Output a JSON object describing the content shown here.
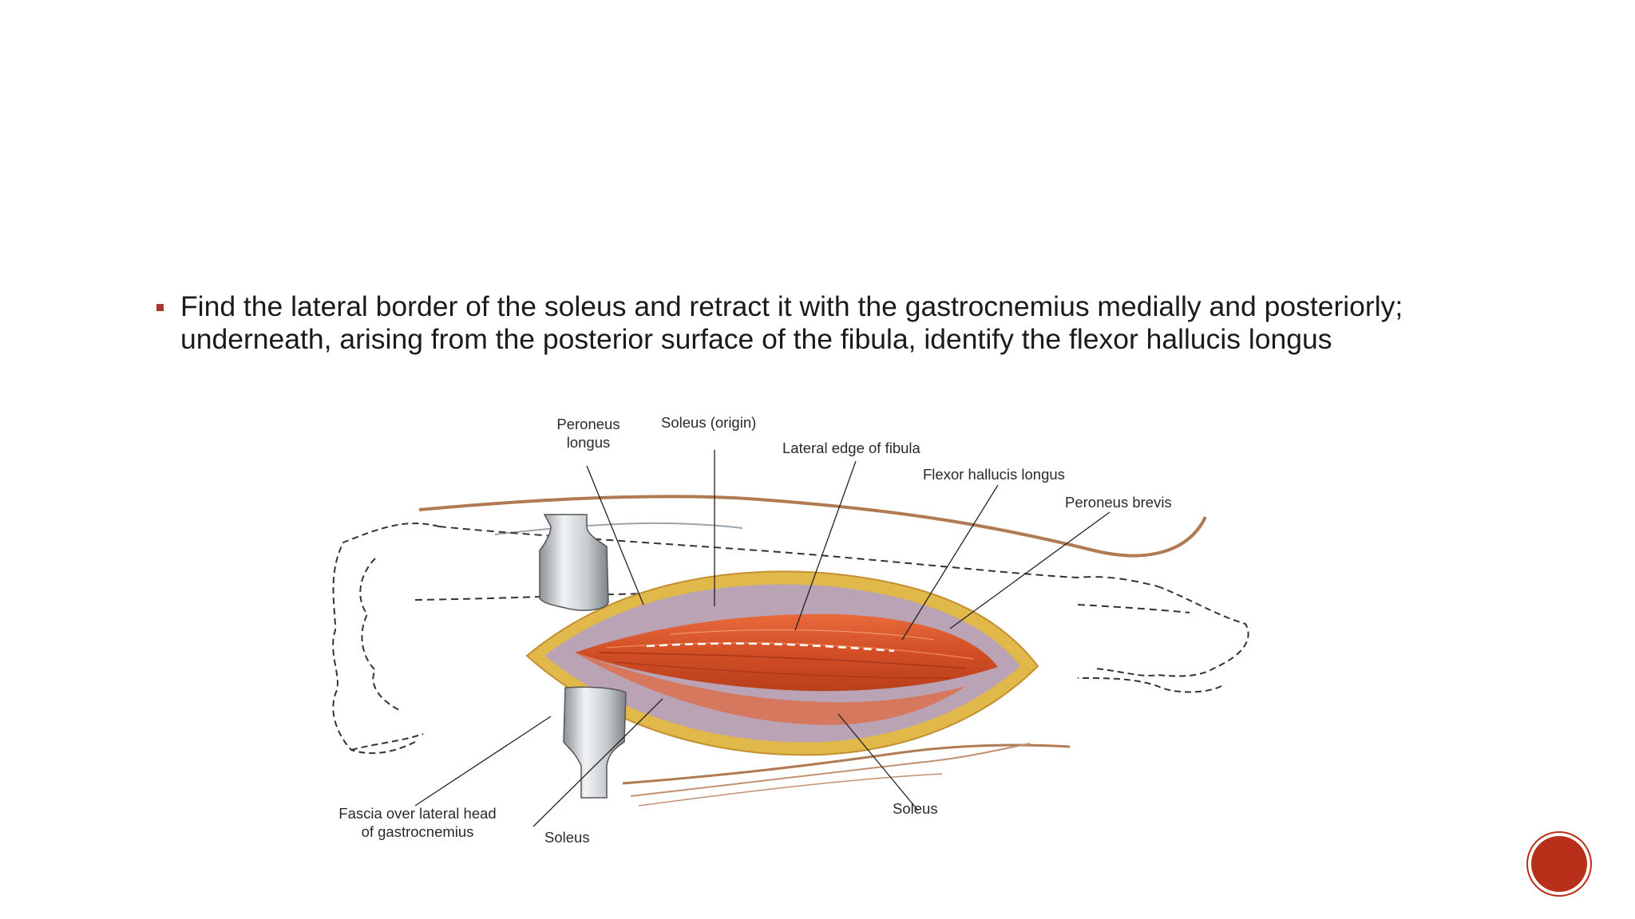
{
  "slide": {
    "bullet_text": "Find the lateral border of the soleus and retract it with the gastrocnemius medially and posteriorly; underneath, arising from the posterior surface of the fibula, identify the flexor hallucis longus"
  },
  "figure": {
    "labels": {
      "peroneus_longus": "Peroneus longus",
      "soleus_origin": "Soleus (origin)",
      "lateral_edge_fibula": "Lateral edge of fibula",
      "flexor_hallucis_longus": "Flexor hallucis longus",
      "peroneus_brevis": "Peroneus brevis",
      "soleus": "Soleus",
      "fascia_gastrocnemius": "Fascia over lateral head of gastrocnemius",
      "soleus_lower": "Soleus"
    }
  },
  "colors": {
    "accent": "#b8301a",
    "bullet": "#a43a2a",
    "muscle": "#d9552c",
    "fat": "#e0b94a",
    "fascia": "#b9a3b4",
    "skin_line": "#b07a52"
  },
  "icons": {
    "badge": "slide-badge-circle"
  }
}
